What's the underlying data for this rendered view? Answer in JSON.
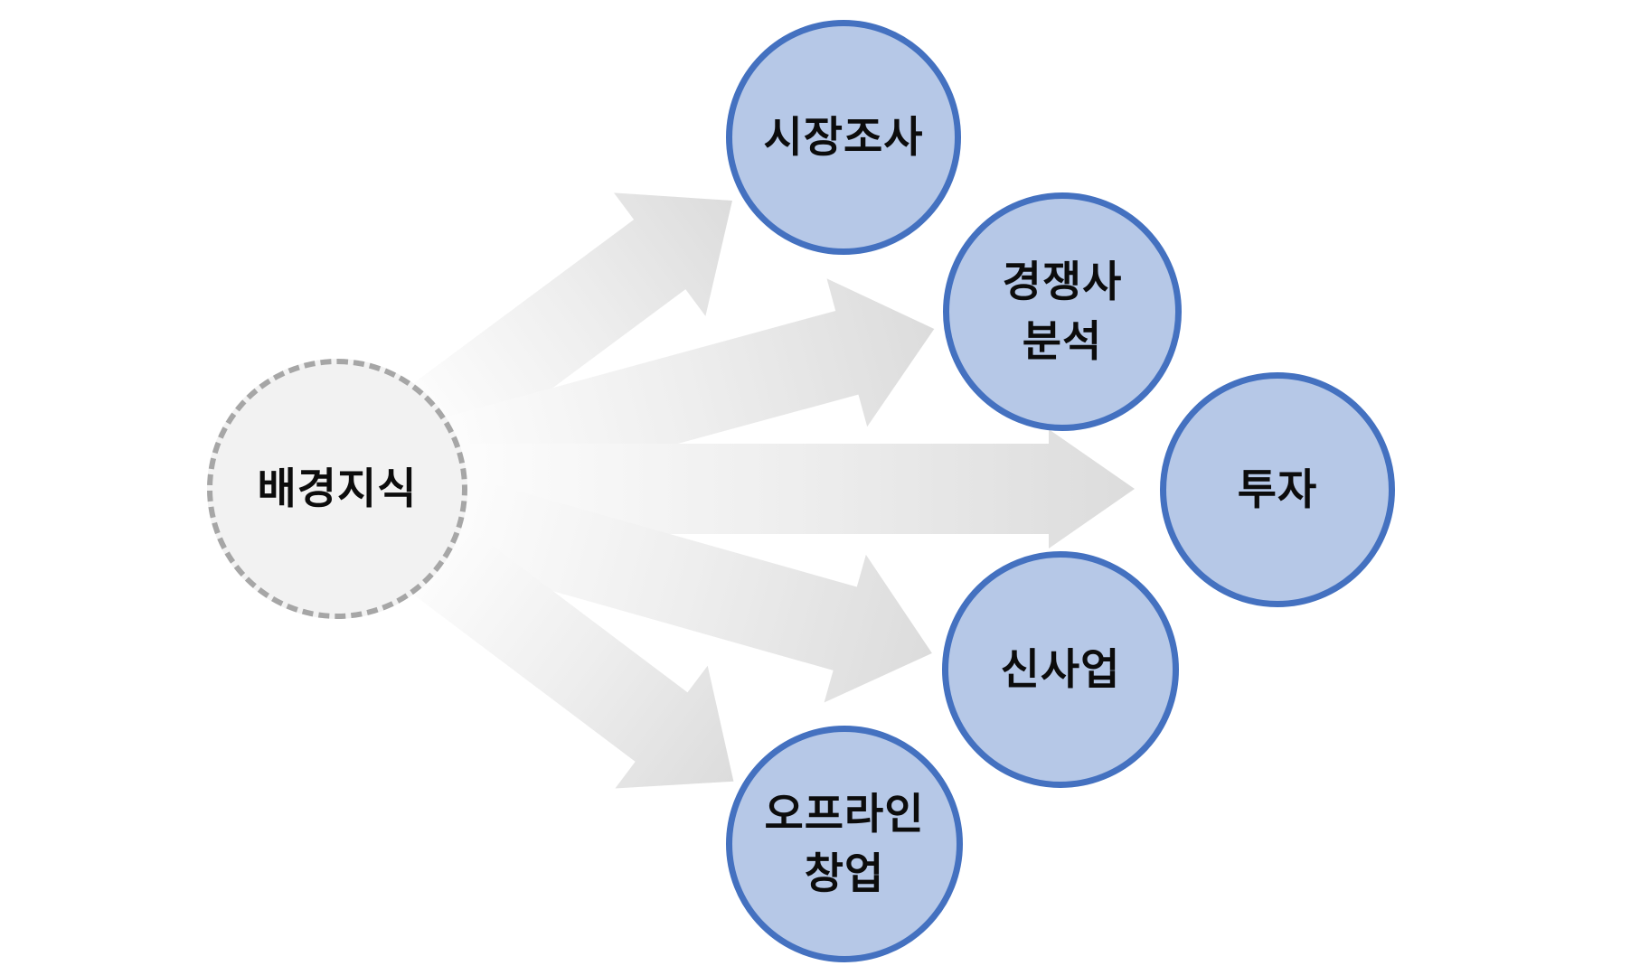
{
  "diagram": {
    "background": "#ffffff",
    "center_node": {
      "label": "배경지식",
      "fill": "#f2f2f2",
      "border_color": "#a6a6a6",
      "border_style": "dashed",
      "text_color": "#0c0c0c"
    },
    "nodes": [
      {
        "name": "market-research",
        "lines": [
          "시장조사"
        ]
      },
      {
        "name": "competitor-analysis",
        "lines": [
          "경쟁사",
          "분석"
        ]
      },
      {
        "name": "investment",
        "lines": [
          "투자"
        ]
      },
      {
        "name": "new-business",
        "lines": [
          "신사업"
        ]
      },
      {
        "name": "offline-startup",
        "lines": [
          "오프라인",
          "창업"
        ]
      }
    ],
    "node_style": {
      "fill": "#b6c8e7",
      "border_color": "#4471c0",
      "text_color": "#0c0c0c"
    },
    "arrow_style": {
      "tail_color": "#fdfdfd",
      "head_color": "#dcdcdc",
      "count": 5,
      "direction": "center-to-nodes"
    }
  }
}
